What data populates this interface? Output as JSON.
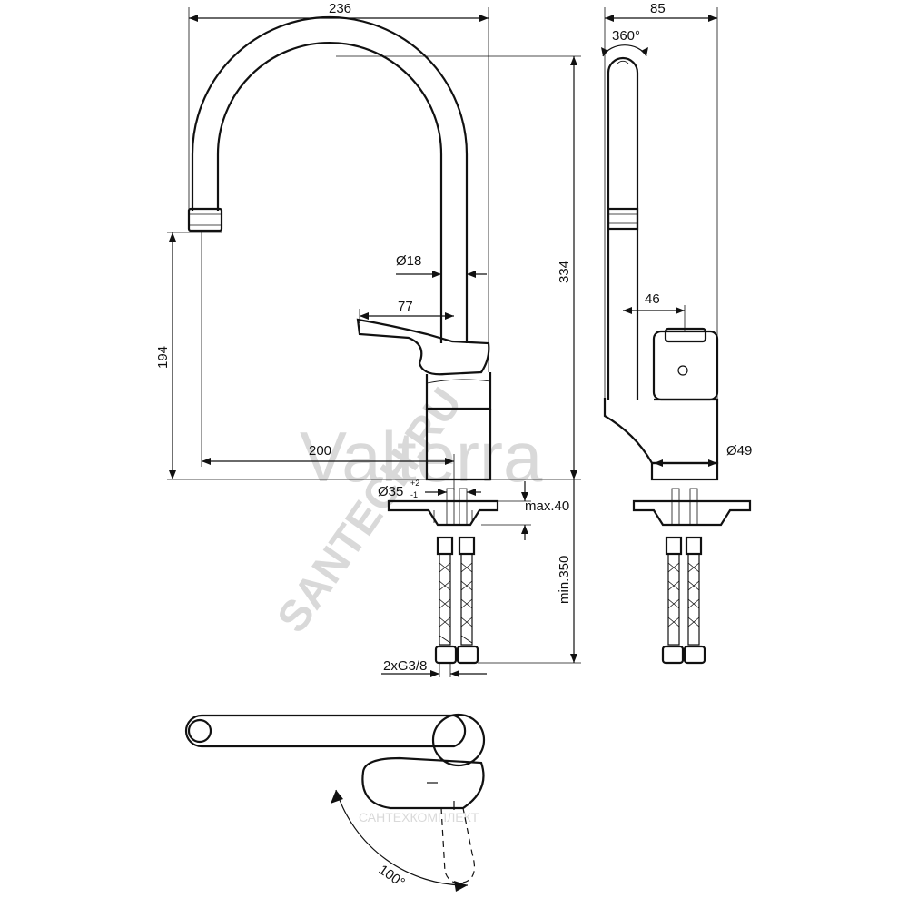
{
  "watermark": {
    "brand": "Valterra",
    "site": "SANTECH.RU",
    "sub": "САНТЕХКОМПЛЕКТ"
  },
  "dimensions": {
    "overall_width": "236",
    "side_width": "85",
    "rotation": "360°",
    "pipe_diameter": "Ø18",
    "handle_length": "77",
    "total_height": "334",
    "spout_height": "194",
    "side_offset": "46",
    "spout_reach": "200",
    "body_diameter": "Ø49",
    "hole_diameter": "Ø35",
    "hole_tol_plus": "+2",
    "hole_tol_minus": "-1",
    "max_thickness": "max.40",
    "hose_length": "min.350",
    "connection": "2xG3/8",
    "swing_angle": "100°"
  }
}
